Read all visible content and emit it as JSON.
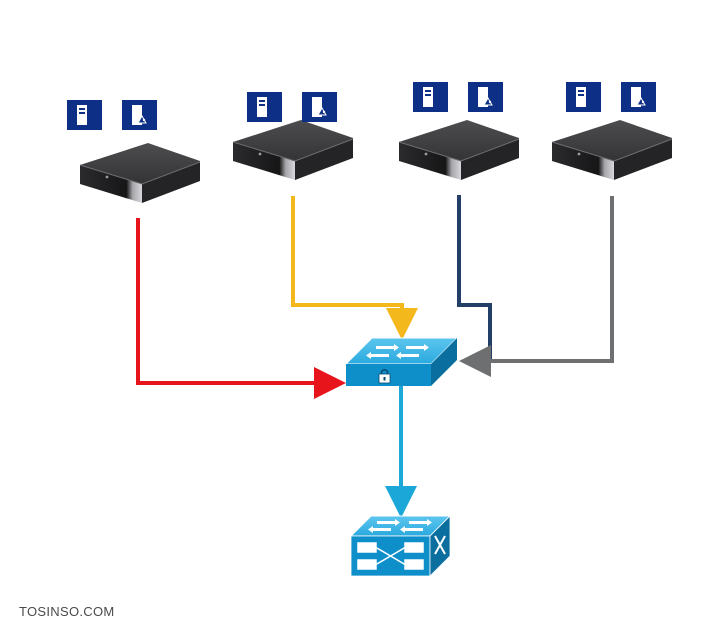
{
  "watermark": "TOSINSO.COM",
  "colors": {
    "link_red": "#e8141c",
    "link_yellow": "#f3b81c",
    "link_navy": "#233f68",
    "link_gray": "#6e6f71",
    "link_blue": "#1ba7d8",
    "server_top": "#3f3f41",
    "server_front": "#1c1c1e",
    "badge": "#0d2f86",
    "switch_top": "#36b4e6",
    "switch_front": "#0f8fc9"
  },
  "nodes": {
    "servers": [
      {
        "id": "server-1",
        "link_color": "red",
        "icons": [
          "server-icon",
          "database-icon"
        ]
      },
      {
        "id": "server-2",
        "link_color": "yellow",
        "icons": [
          "server-icon",
          "database-icon"
        ]
      },
      {
        "id": "server-3",
        "link_color": "navy",
        "icons": [
          "server-icon",
          "database-icon"
        ]
      },
      {
        "id": "server-4",
        "link_color": "gray",
        "icons": [
          "server-icon",
          "database-icon"
        ]
      }
    ],
    "access_switch": {
      "icon": "lock-icon"
    },
    "core_switch": {}
  }
}
